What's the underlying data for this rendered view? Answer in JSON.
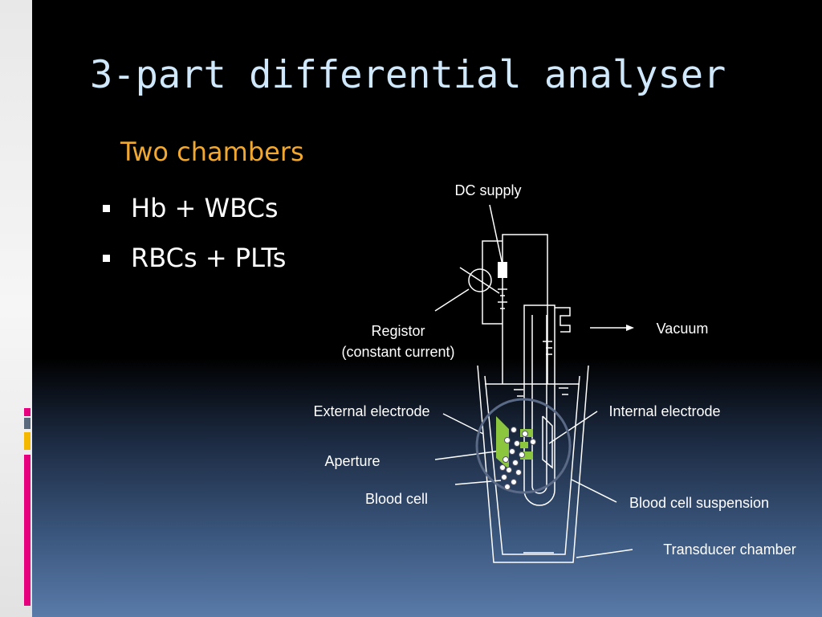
{
  "slide": {
    "title": "3-part differential analyser",
    "subheading": "Two chambers",
    "bullets": [
      "Hb + WBCs",
      "RBCs + PLTs"
    ]
  },
  "diagram": {
    "labels": {
      "dc_supply": "DC supply",
      "registor_line1": "Registor",
      "registor_line2": "(constant current)",
      "vacuum": "Vacuum",
      "external_electrode": "External electrode",
      "internal_electrode": "Internal electrode",
      "aperture": "Aperture",
      "blood_cell": "Blood cell",
      "blood_cell_suspension": "Blood cell suspension",
      "transducer_chamber": "Transducer chamber"
    },
    "colors": {
      "accent_green": "#8cc63f",
      "magnifier_ring": "#5a6a86",
      "line": "#ffffff"
    }
  },
  "theme": {
    "title_color": "#cfe8fb",
    "subheading_color": "#f0a830",
    "accent_colors": [
      "#e6007e",
      "#5a6a7c",
      "#f5b800",
      "#e6007e"
    ]
  }
}
